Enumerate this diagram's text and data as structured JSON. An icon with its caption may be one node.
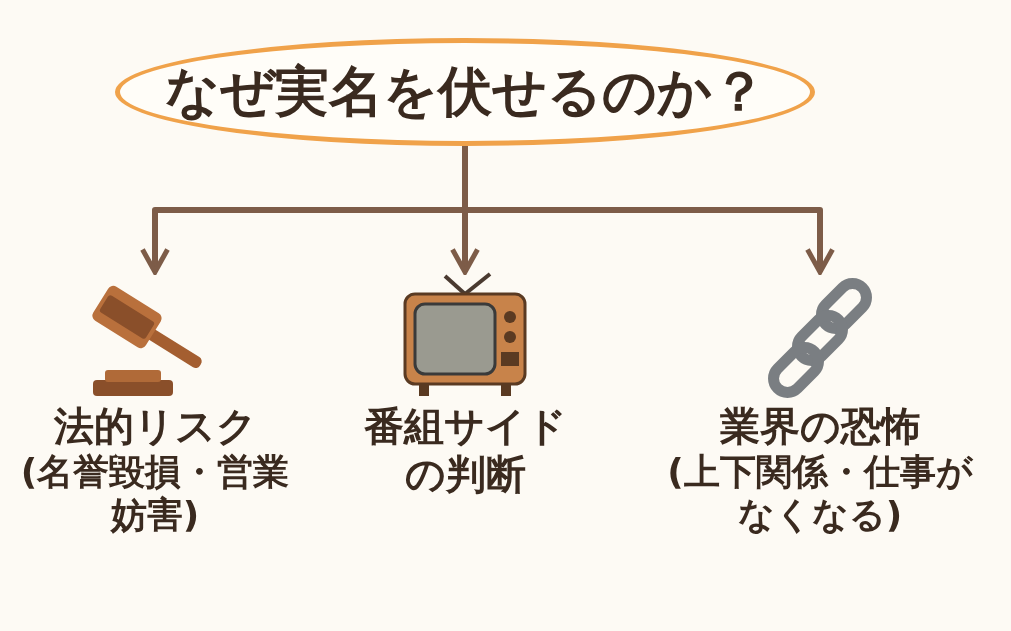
{
  "diagram": {
    "nodes": [
      {
        "text": [
          "なぜ実名を伏せるのか？"
        ]
      },
      {
        "text": [
          "法的リスク",
          "(名誉毀損・営業妨害)"
        ]
      },
      {
        "text": [
          "番組サイドの判断"
        ]
      },
      {
        "text": [
          "業界の恐怖",
          "(上下関係・仕事がなくなる)"
        ]
      }
    ],
    "edges": [
      {
        "from": 0,
        "to": 1,
        "arrow": "to"
      },
      {
        "from": 0,
        "to": 2,
        "arrow": "to"
      },
      {
        "from": 0,
        "to": 3,
        "arrow": "to"
      }
    ]
  }
}
